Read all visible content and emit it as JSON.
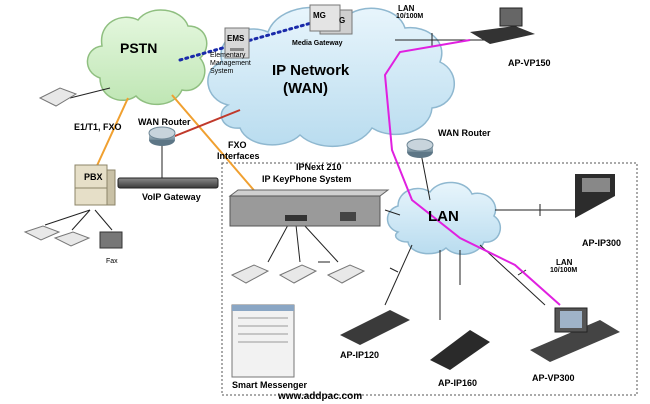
{
  "clouds": {
    "pstn": "PSTN",
    "ip_network_line1": "IP Network",
    "ip_network_line2": "(WAN)",
    "lan": "LAN"
  },
  "nodes": {
    "ems": "EMS",
    "ems_desc": "Elementary\nManagement\nSystem",
    "mg_front": "MG",
    "mg_back": "G",
    "media_gateway": "Media Gateway",
    "pbx": "PBX",
    "voip_gateway": "VoIP Gateway",
    "wan_router_left": "WAN Router",
    "wan_router_right": "WAN Router",
    "ipnext_line1": "IPNext 210",
    "ipnext_line2": "IP KeyPhone System",
    "fax": "Fax",
    "ap_vp150": "AP-VP150",
    "ap_ip300": "AP-IP300",
    "ap_ip120": "AP-IP120",
    "ap_ip160": "AP-IP160",
    "ap_vp300": "AP-VP300",
    "smart_messenger": "Smart Messenger"
  },
  "links": {
    "lan_top_line1": "LAN",
    "lan_top_line2": "10/100M",
    "lan_bottom_line1": "LAN",
    "lan_bottom_line2": "10/100M",
    "e1t1_fxo": "E1/T1, FXO",
    "fxo_line1": "FXO",
    "fxo_line2": "Interfaces"
  },
  "footer": {
    "website": "www.addpac.com"
  },
  "colors": {
    "cloud_fill": "#cfe8f6",
    "cloud_stroke": "#8fb8d0",
    "pstn_fill": "#d6f2cf",
    "orange_link": "#f0a030",
    "red_link": "#c0392b",
    "magenta_link": "#e020e0",
    "blue_dots": "#1a2aaa"
  }
}
